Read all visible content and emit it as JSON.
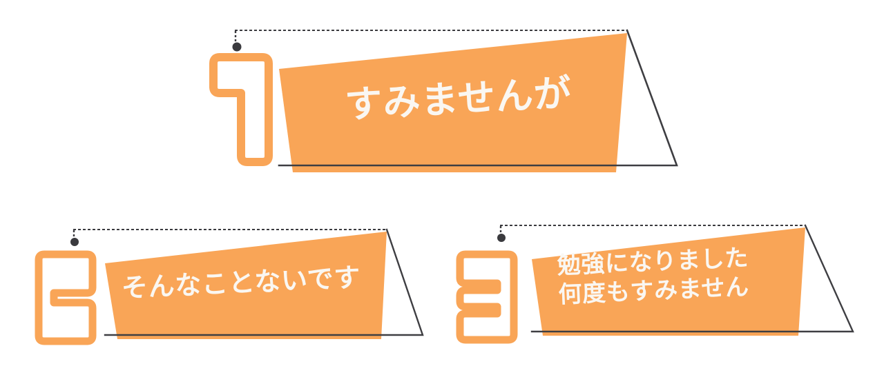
{
  "page": {
    "title": "Japanese phrase cards",
    "background_color": "#ffffff"
  },
  "colors": {
    "accent_orange": "#F9A557",
    "text_on_accent": "#FAF7F2",
    "rule_dark": "#3E3E42",
    "dot_dark": "#3A3A3E"
  },
  "cards": [
    {
      "number": "1",
      "number_icon": "digit-one-outline-icon",
      "marker_dot_icon": "callout-dot-icon",
      "dashed_rule_icon": "dashed-leader-line-icon",
      "baseline_rule_icon": "baseline-rule-icon",
      "lines": [
        "すみませんが"
      ]
    },
    {
      "number": "2",
      "number_icon": "digit-two-outline-icon",
      "marker_dot_icon": "callout-dot-icon",
      "dashed_rule_icon": "dashed-leader-line-icon",
      "baseline_rule_icon": "baseline-rule-icon",
      "lines": [
        "そんなことないです"
      ]
    },
    {
      "number": "3",
      "number_icon": "digit-three-outline-icon",
      "marker_dot_icon": "callout-dot-icon",
      "dashed_rule_icon": "dashed-leader-line-icon",
      "baseline_rule_icon": "baseline-rule-icon",
      "lines": [
        "勉強になりました",
        "何度もすみません"
      ]
    }
  ]
}
